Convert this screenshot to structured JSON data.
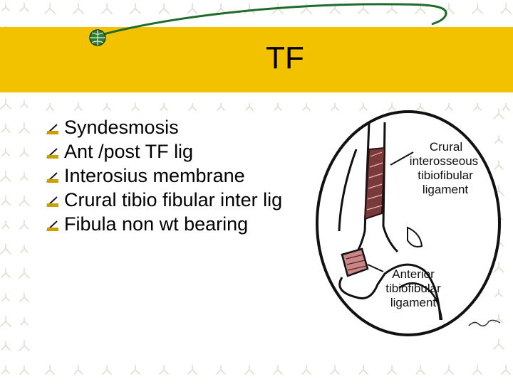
{
  "slide": {
    "title": "TF",
    "bullets": [
      "Syndesmosis",
      "Ant /post TF lig",
      "Interosius membrane",
      "Crural tibio fibular inter lig",
      "Fibula non wt bearing"
    ]
  },
  "figure": {
    "label_crural_line1": "Crural",
    "label_crural_line2": "interosseous",
    "label_crural_line3": "tibiofibular",
    "label_crural_line4": "ligament",
    "label_anterior_line1": "Anterior",
    "label_anterior_line2": "tibiofibular",
    "label_anterior_line3": "ligament"
  },
  "colors": {
    "title_bar": "#f2c200",
    "deco_line": "#1f6b2a",
    "bullet_icon": "#c8a000",
    "ligament": "#7a3a3a"
  },
  "icons": {
    "title_deco": "globe-icon",
    "bullet": "pen-nib-icon"
  }
}
